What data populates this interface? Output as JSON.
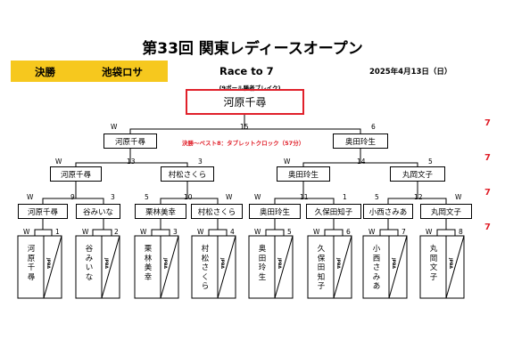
{
  "header": {
    "title": "第33回 関東レディースオープン",
    "stage": "決勝",
    "venue": "池袋ロサ",
    "race": "Race to 7",
    "date": "2025年4月13日（日）",
    "game_note": "(9ボール勝者ブレイク)"
  },
  "champion": "河原千尋",
  "final": {
    "left": "河原千尋",
    "right": "奥田玲生",
    "score_left": "15",
    "score_right": "6",
    "win_left": "W",
    "win_right": "",
    "note": "決勝～ベスト8：タブレットクロック（57分）"
  },
  "semis": [
    {
      "left": "河原千尋",
      "right": "村松さくら",
      "score_left": "13",
      "score_right": "3",
      "win_left": "W",
      "win_right": ""
    },
    {
      "left": "奥田玲生",
      "right": "丸岡文子",
      "score_left": "14",
      "score_right": "5",
      "win_left": "W",
      "win_right": ""
    }
  ],
  "quarters": [
    {
      "left": "河原千尋",
      "right": "谷みいな",
      "score_left": "9",
      "score_right": "3",
      "win_left": "W",
      "win_right": ""
    },
    {
      "left": "栗林美幸",
      "right": "村松さくら",
      "score_left": "10",
      "score_right": "",
      "win_left": "5",
      "win_right": "W"
    },
    {
      "left": "奥田玲生",
      "right": "久保田知子",
      "score_left": "11",
      "score_right": "1",
      "win_left": "W",
      "win_right": ""
    },
    {
      "left": "小西さみあ",
      "right": "丸岡文子",
      "score_left": "12",
      "score_right": "",
      "win_left": "5",
      "win_right": "W"
    }
  ],
  "seeds": [
    {
      "num": "1",
      "win": "W",
      "name": "河原千尋"
    },
    {
      "num": "2",
      "win": "W",
      "name": "谷みいな"
    },
    {
      "num": "3",
      "win": "W",
      "name": "栗林美幸"
    },
    {
      "num": "4",
      "win": "W",
      "name": "村松さくら"
    },
    {
      "num": "5",
      "win": "W",
      "name": "奥田玲生"
    },
    {
      "num": "6",
      "win": "W",
      "name": "久保田知子"
    },
    {
      "num": "7",
      "win": "W",
      "name": "小西さみあ"
    },
    {
      "num": "8",
      "win": "W",
      "name": "丸岡文子"
    }
  ],
  "jpba": "JPBA",
  "side_marks": [
    "7",
    "7",
    "7",
    "7"
  ],
  "colors": {
    "accent_red": "#e0202a",
    "bar_yellow": "#f6c81e"
  }
}
